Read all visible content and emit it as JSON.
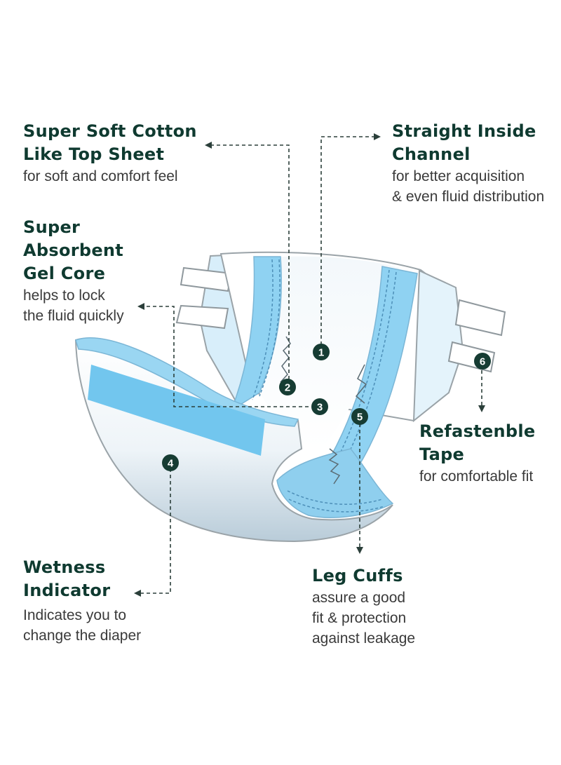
{
  "colors": {
    "title": "#0f3a30",
    "text": "#3a3a3a",
    "badge": "#163c33",
    "blue": "#6cc4ee",
    "light_blue": "#d8eefa",
    "outline": "#9aa3a8"
  },
  "labels": {
    "top_sheet": {
      "title_line1": "Super Soft Cotton",
      "title_line2": "Like Top Sheet",
      "desc_line1": "for soft and comfort feel"
    },
    "channel": {
      "title_line1": "Straight Inside",
      "title_line2": "Channel",
      "desc_line1": "for better acquisition",
      "desc_line2": "& even fluid distribution"
    },
    "gel_core": {
      "title_line1": "Super",
      "title_line2": "Absorbent",
      "title_line3": "Gel Core",
      "desc_line1": "helps to lock",
      "desc_line2": "the fluid quickly"
    },
    "tape": {
      "title_line1": "Refastenble",
      "title_line2": "Tape",
      "desc_line1": "for comfortable fit"
    },
    "wetness": {
      "title_line1": "Wetness",
      "title_line2": "Indicator",
      "desc_line1": "Indicates you to",
      "desc_line2": "change the diaper"
    },
    "leg_cuffs": {
      "title_line1": "Leg Cuffs",
      "desc_line1": "assure a good",
      "desc_line2": "fit & protection",
      "desc_line3": "against leakage"
    }
  },
  "markers": [
    "1",
    "2",
    "3",
    "4",
    "5",
    "6"
  ]
}
